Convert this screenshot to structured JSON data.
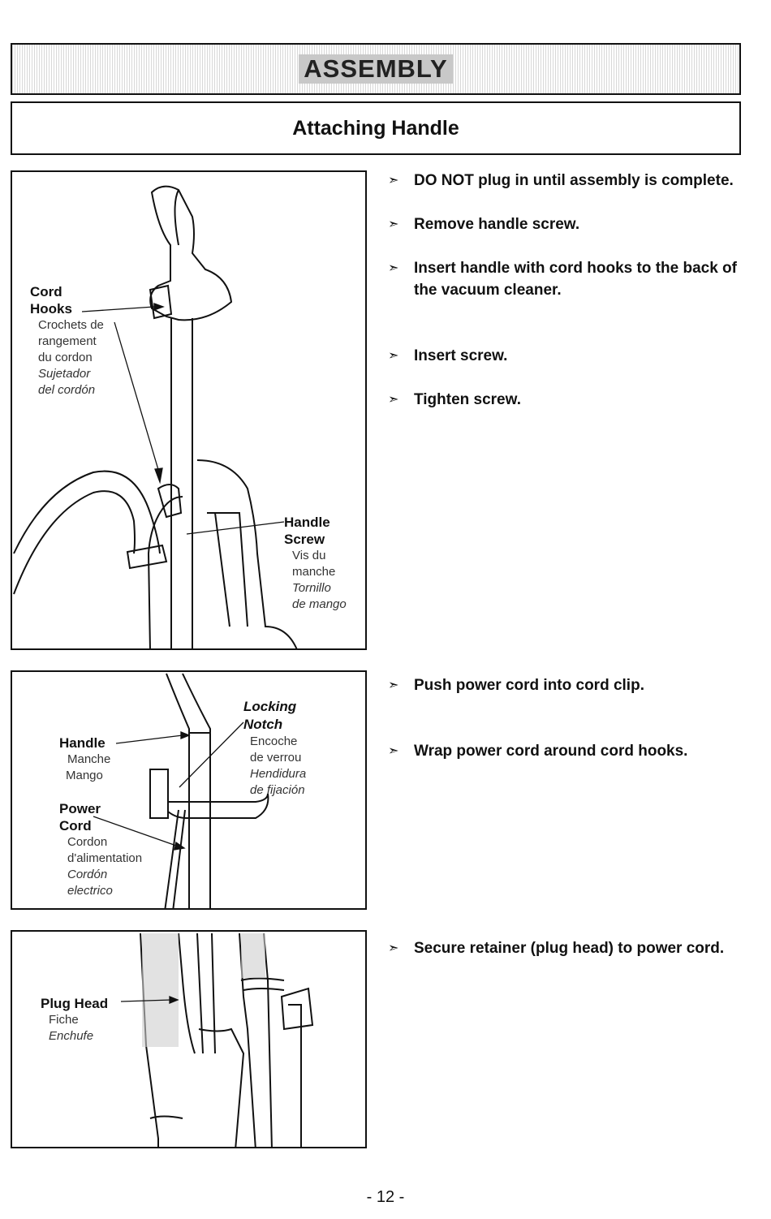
{
  "header": {
    "section_title": "ASSEMBLY",
    "subtitle": "Attaching Handle"
  },
  "figure1": {
    "cord_hooks": {
      "en_line1": "Cord",
      "en_line2": "Hooks",
      "fr_line1": "Crochets de",
      "fr_line2": "rangement",
      "fr_line3": "du cordon",
      "es_line1": "Sujetador",
      "es_line2": "del cordón"
    },
    "handle_screw": {
      "en_line1": "Handle",
      "en_line2": "Screw",
      "fr_line1": "Vis du",
      "fr_line2": "manche",
      "es_line1": "Tornillo",
      "es_line2": "de mango"
    }
  },
  "figure2": {
    "handle": {
      "en": "Handle",
      "fr": "Manche",
      "es": "Mango"
    },
    "power_cord": {
      "en_line1": "Power",
      "en_line2": "Cord",
      "fr_line1": "Cordon",
      "fr_line2": "d'alimentation",
      "es_line1": "Cordón",
      "es_line2": "electrico"
    },
    "locking_notch": {
      "en_line1": "Locking",
      "en_line2": "Notch",
      "fr_line1": "Encoche",
      "fr_line2": "de verrou",
      "es_line1": "Hendidura",
      "es_line2": "de fijación"
    }
  },
  "figure3": {
    "plug_head": {
      "en": "Plug Head",
      "fr": "Fiche",
      "es": "Enchufe"
    }
  },
  "steps1": [
    "DO NOT plug in until assembly is complete.",
    "Remove handle screw.",
    "Insert handle with cord hooks to the back of the vacuum cleaner.",
    "Insert screw.",
    "Tighten screw."
  ],
  "steps2": [
    "Push power cord into cord clip.",
    "Wrap power cord around cord hooks."
  ],
  "steps3": [
    "Secure retainer (plug head) to power cord."
  ],
  "bullet_icon": "arrowhead-bullet-icon",
  "page_number": "- 12 -"
}
